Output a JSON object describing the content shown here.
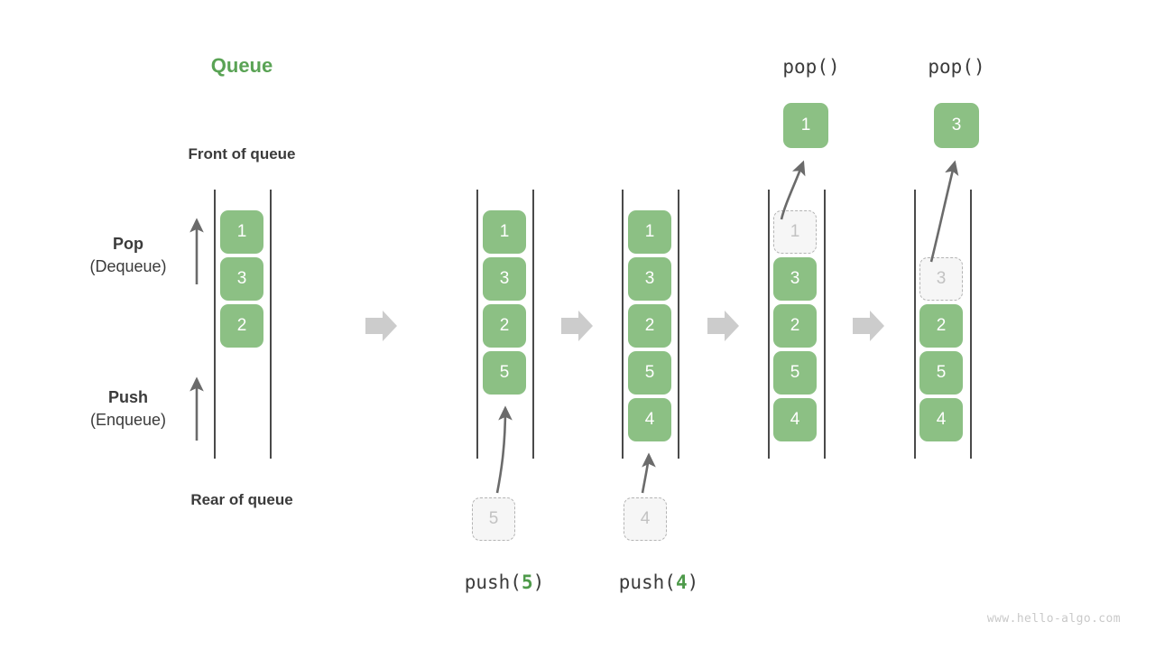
{
  "diagram": {
    "title": "Queue",
    "front_label": "Front of queue",
    "rear_label": "Rear of queue",
    "watermark": "www.hello-algo.com",
    "accent_color": "#5aa355",
    "node_color": "#8cc084",
    "ghost_color": "#f6f6f6",
    "rail_color": "#4a4a4a",
    "flow_arrow_color": "#cccccc"
  },
  "side_labels": [
    {
      "main": "Pop",
      "sub": "(Dequeue)",
      "arrow": "up-arrow-icon"
    },
    {
      "main": "Push",
      "sub": "(Enqueue)",
      "arrow": "up-arrow-icon"
    }
  ],
  "stages": [
    {
      "id": "initial",
      "caption": "",
      "op_label": "",
      "op_arg": "",
      "nodes": [
        "1",
        "3",
        "2"
      ],
      "ghost_index": -1,
      "incoming": "",
      "popped": ""
    },
    {
      "id": "push-5",
      "caption": "push(5)",
      "op_label": "push",
      "op_arg": "5",
      "nodes": [
        "1",
        "3",
        "2",
        "5"
      ],
      "ghost_index": -1,
      "incoming": "5",
      "popped": ""
    },
    {
      "id": "push-4",
      "caption": "push(4)",
      "op_label": "push",
      "op_arg": "4",
      "nodes": [
        "1",
        "3",
        "2",
        "5",
        "4"
      ],
      "ghost_index": -1,
      "incoming": "4",
      "popped": ""
    },
    {
      "id": "pop-1",
      "caption": "pop()",
      "op_label": "pop()",
      "op_arg": "",
      "nodes": [
        "1",
        "3",
        "2",
        "5",
        "4"
      ],
      "ghost_index": 0,
      "incoming": "",
      "popped": "1"
    },
    {
      "id": "pop-3",
      "caption": "pop()",
      "op_label": "pop()",
      "op_arg": "",
      "nodes": [
        "",
        "3",
        "2",
        "5",
        "4"
      ],
      "ghost_index": 1,
      "incoming": "",
      "popped": "3"
    }
  ],
  "flow_arrows": [
    {
      "name": "flow-arrow-1"
    },
    {
      "name": "flow-arrow-2"
    },
    {
      "name": "flow-arrow-3"
    },
    {
      "name": "flow-arrow-4"
    }
  ]
}
